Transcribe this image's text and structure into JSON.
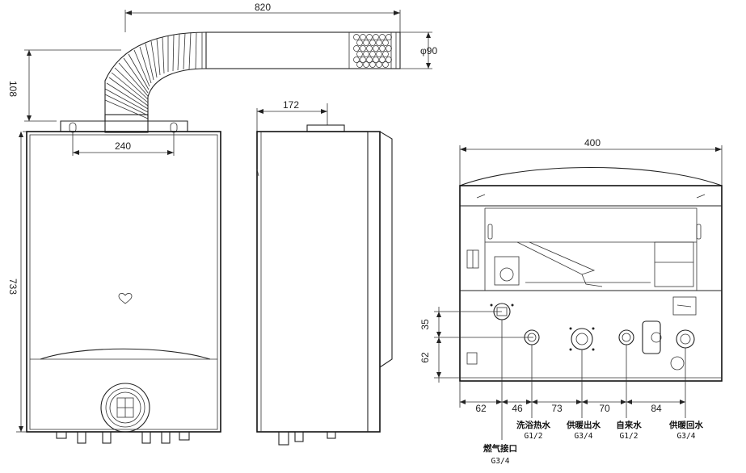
{
  "dimensions": {
    "flue_length": "820",
    "flue_diameter": "φ90",
    "flue_height": "108",
    "bracket_spacing": "240",
    "total_height": "733",
    "depth": "172",
    "width": "400",
    "gas_offset_v": "35",
    "water_offset_v": "62",
    "pipe_spacing": [
      "62",
      "46",
      "73",
      "70",
      "84"
    ]
  },
  "connections": [
    {
      "name": "燃气接口",
      "spec": "G3/4"
    },
    {
      "name": "洗浴热水",
      "spec": "G1/2"
    },
    {
      "name": "供暖出水",
      "spec": "G3/4"
    },
    {
      "name": "自来水",
      "spec": "G1/2"
    },
    {
      "name": "供暖回水",
      "spec": "G3/4"
    }
  ]
}
